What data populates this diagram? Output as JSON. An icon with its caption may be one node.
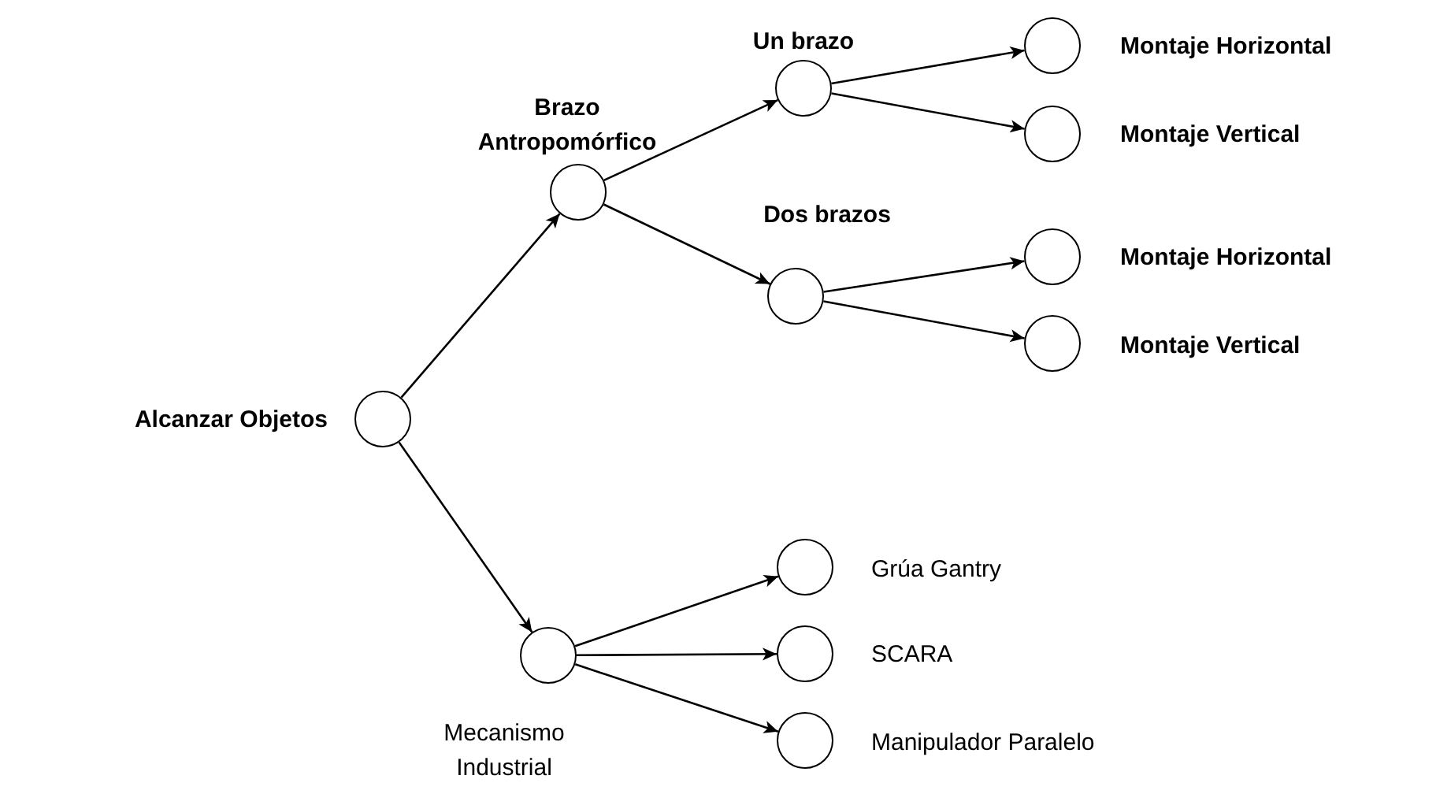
{
  "diagram": {
    "nodes": [
      {
        "text": [],
        "shape": "circle",
        "beside": [
          "Alcanzar Objetos"
        ]
      },
      {
        "text": [],
        "shape": "circle",
        "beside": [
          "Brazo Antropomórfico"
        ]
      },
      {
        "text": [],
        "shape": "circle",
        "beside": [
          "Un brazo"
        ]
      },
      {
        "text": [],
        "shape": "circle",
        "beside": [
          "Dos brazos"
        ]
      },
      {
        "text": [],
        "shape": "circle",
        "beside": [
          "Montaje Horizontal"
        ]
      },
      {
        "text": [],
        "shape": "circle",
        "beside": [
          "Montaje Vertical"
        ]
      },
      {
        "text": [],
        "shape": "circle",
        "beside": [
          "Montaje Horizontal"
        ]
      },
      {
        "text": [],
        "shape": "circle",
        "beside": [
          "Montaje Vertical"
        ]
      },
      {
        "text": [],
        "shape": "circle",
        "beside": [
          "Mecanismo Industrial"
        ]
      },
      {
        "text": [],
        "shape": "circle",
        "beside": [
          "Grúa Gantry"
        ]
      },
      {
        "text": [],
        "shape": "circle",
        "beside": [
          "SCARA"
        ]
      },
      {
        "text": [],
        "shape": "circle",
        "beside": [
          "Manipulador Paralelo"
        ]
      }
    ],
    "edges": [
      {
        "from": 0,
        "to": 1,
        "arrow": "to"
      },
      {
        "from": 0,
        "to": 8,
        "arrow": "to"
      },
      {
        "from": 1,
        "to": 2,
        "arrow": "to"
      },
      {
        "from": 1,
        "to": 3,
        "arrow": "to"
      },
      {
        "from": 2,
        "to": 4,
        "arrow": "to"
      },
      {
        "from": 2,
        "to": 5,
        "arrow": "to"
      },
      {
        "from": 3,
        "to": 6,
        "arrow": "to"
      },
      {
        "from": 3,
        "to": 7,
        "arrow": "to"
      },
      {
        "from": 8,
        "to": 9,
        "arrow": "to"
      },
      {
        "from": 8,
        "to": 10,
        "arrow": "to"
      },
      {
        "from": 8,
        "to": 11,
        "arrow": "to"
      }
    ]
  }
}
